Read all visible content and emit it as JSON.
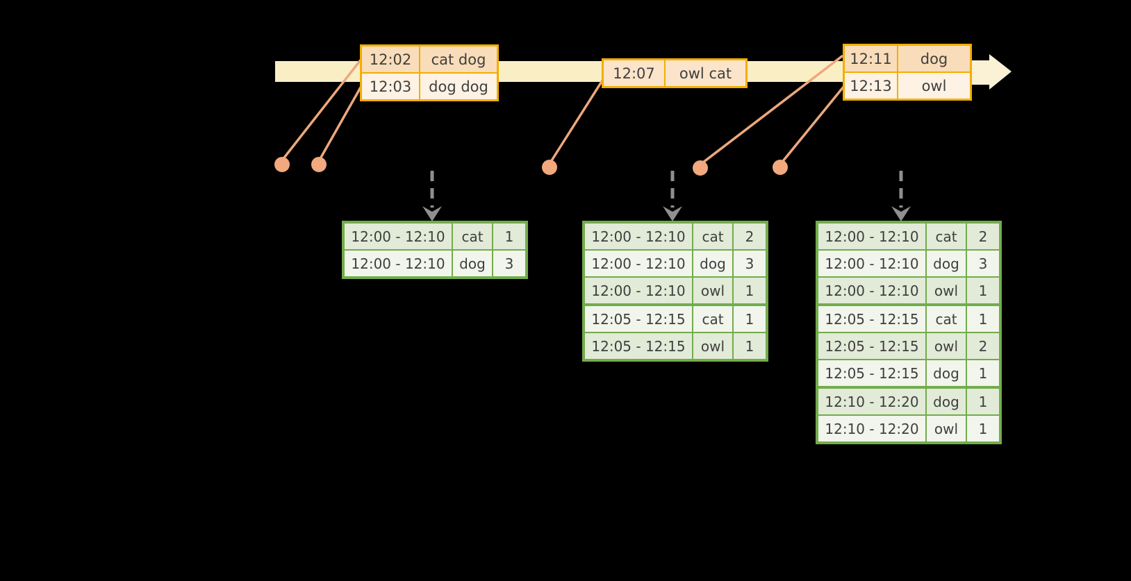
{
  "timeline": {
    "event_tables": [
      {
        "rows": [
          {
            "time": "12:02",
            "words": "cat dog"
          },
          {
            "time": "12:03",
            "words": "dog dog"
          }
        ]
      },
      {
        "rows": [
          {
            "time": "12:07",
            "words": "owl cat"
          }
        ]
      },
      {
        "rows": [
          {
            "time": "12:11",
            "words": "dog"
          },
          {
            "time": "12:13",
            "words": "owl"
          }
        ]
      }
    ]
  },
  "result_tables": [
    {
      "rows": [
        {
          "window": "12:00 - 12:10",
          "word": "cat",
          "count": "1"
        },
        {
          "window": "12:00 - 12:10",
          "word": "dog",
          "count": "3"
        }
      ]
    },
    {
      "rows": [
        {
          "window": "12:00 - 12:10",
          "word": "cat",
          "count": "2"
        },
        {
          "window": "12:00 - 12:10",
          "word": "dog",
          "count": "3"
        },
        {
          "window": "12:00 - 12:10",
          "word": "owl",
          "count": "1"
        },
        {
          "window": "12:05 - 12:15",
          "word": "cat",
          "count": "1"
        },
        {
          "window": "12:05 - 12:15",
          "word": "owl",
          "count": "1"
        }
      ]
    },
    {
      "rows": [
        {
          "window": "12:00 - 12:10",
          "word": "cat",
          "count": "2"
        },
        {
          "window": "12:00 - 12:10",
          "word": "dog",
          "count": "3"
        },
        {
          "window": "12:00 - 12:10",
          "word": "owl",
          "count": "1"
        },
        {
          "window": "12:05 - 12:15",
          "word": "cat",
          "count": "1"
        },
        {
          "window": "12:05 - 12:15",
          "word": "owl",
          "count": "2"
        },
        {
          "window": "12:05 - 12:15",
          "word": "dog",
          "count": "1"
        },
        {
          "window": "12:10 - 12:20",
          "word": "dog",
          "count": "1"
        },
        {
          "window": "12:10 - 12:20",
          "word": "owl",
          "count": "1"
        }
      ]
    }
  ],
  "palette": {
    "background": "#000000",
    "timeline_band": "#faeec5",
    "timeline_arrow": "#fbf2d6",
    "event_border": "#f2ae00",
    "event_row_dark": "#f9dcb9",
    "event_row_mid": "#fbe4c9",
    "event_row_light": "#fdf2e3",
    "connector_salmon": "#eda87d",
    "trigger_arrow_gray": "#8f8f8f",
    "result_border": "#72ac4b",
    "result_row_dark": "#e2ead8",
    "result_row_light": "#f1f5ec",
    "text": "#3f3f3f"
  }
}
